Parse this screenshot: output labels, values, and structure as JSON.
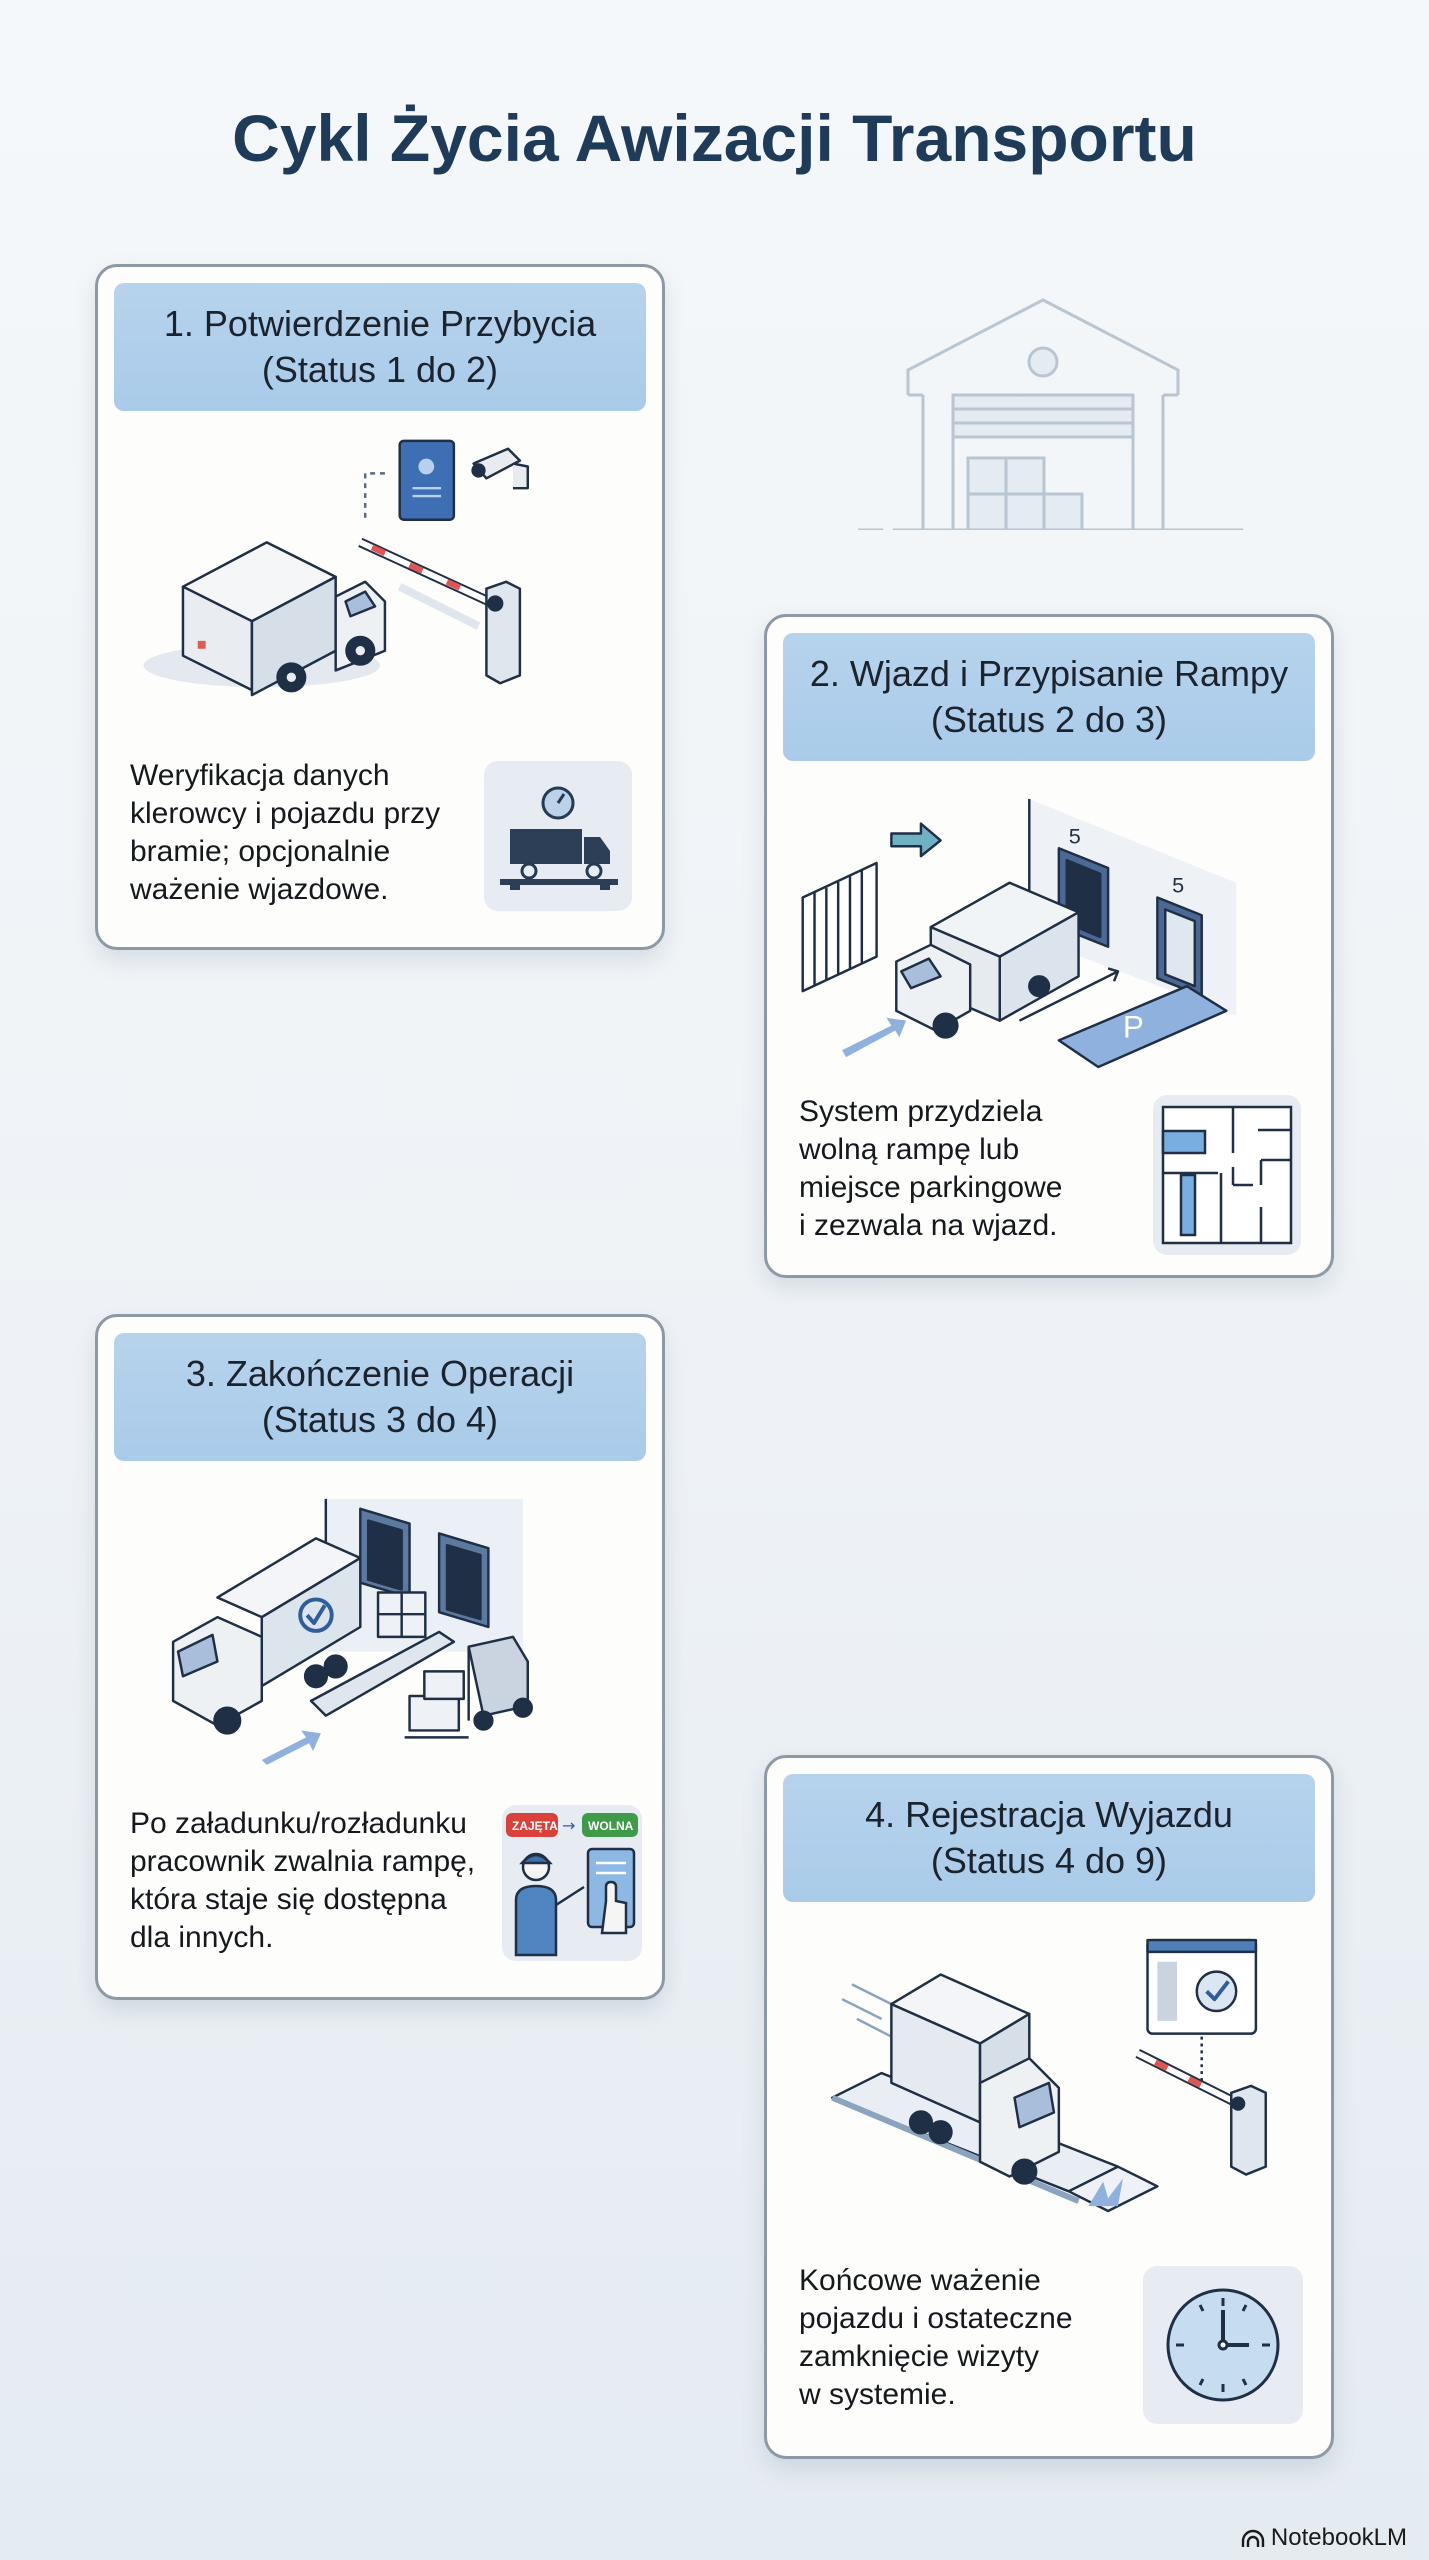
{
  "title": "Cykl Życia Awizacji Transportu",
  "colors": {
    "title": "#1f3b5a",
    "header_bg": "#aecdea",
    "card_border": "#8d99a5",
    "accent_blue": "#2f5f9a",
    "barrier_red": "#e0554f",
    "status_busy": "#d9413a",
    "status_free": "#3f9a4a"
  },
  "cards": [
    {
      "step": 1,
      "title_line1": "1. Potwierdzenie Przybycia",
      "title_line2": "(Status 1 do 2)",
      "description": [
        "Weryfikacja danych",
        "klerowcy i pojazdu przy",
        "bramie; opcjonalnie",
        "ważenie wjazdowe."
      ],
      "illustration": "truck-at-gate-with-id-card-and-camera",
      "icon": "truck-on-scale-icon"
    },
    {
      "step": 2,
      "title_line1": "2. Wjazd i Przypisanie Rampy",
      "title_line2": "(Status 2 do 3)",
      "description": [
        "System przydziela",
        "wolną rampę lub",
        "miejsce parkingowe",
        "i zezwala na wjazd."
      ],
      "illustration": "truck-entering-loading-docks",
      "dock_labels": [
        "5",
        "5"
      ],
      "parking_label": "P",
      "icon": "floor-plan-icon"
    },
    {
      "step": 3,
      "title_line1": "3. Zakończenie Operacji",
      "title_line2": "(Status 3 do 4)",
      "description": [
        "Po załadunku/rozładunku",
        "pracownik zwalnia rampę,",
        "która staje się dostępna",
        "dla innych."
      ],
      "illustration": "truck-unloading-with-forklift",
      "icon": "worker-releasing-ramp-icon",
      "status_from": "ZAJĘTA",
      "status_to": "WOLNA"
    },
    {
      "step": 4,
      "title_line1": "4. Rejestracja Wyjazdu",
      "title_line2": "(Status 4 do 9)",
      "description": [
        "Końcowe ważenie",
        "pojazdu i ostateczne",
        "zamknięcie wizyty",
        "w systemie."
      ],
      "illustration": "truck-leaving-on-weighbridge",
      "icon": "clock-icon"
    }
  ],
  "decoration": "warehouse-outline",
  "footer": {
    "brand": "NotebookLM"
  }
}
